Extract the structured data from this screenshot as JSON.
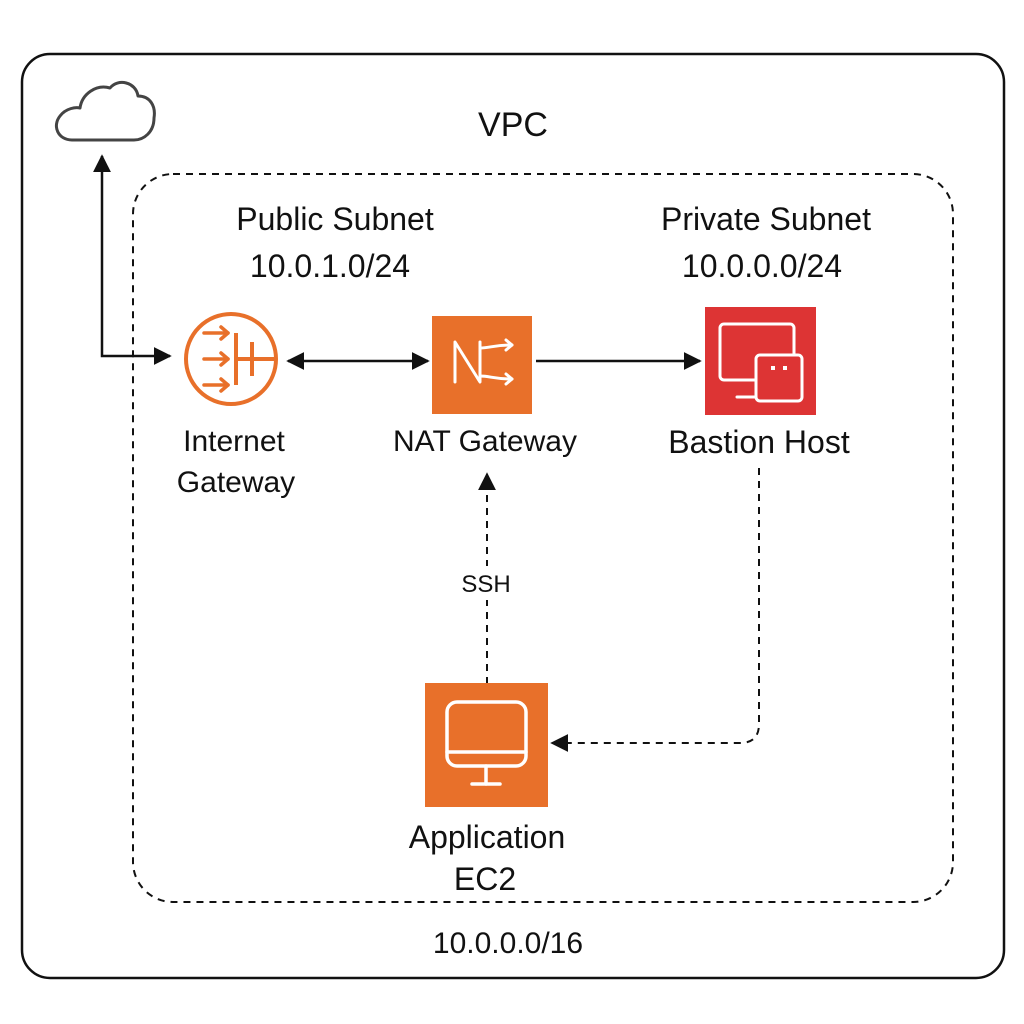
{
  "vpc": {
    "title": "VPC",
    "cidr": "10.0.0.0/16"
  },
  "public_subnet": {
    "title": "Public Subnet",
    "cidr": "10.0.1.0/24"
  },
  "private_subnet": {
    "title": "Private Subnet",
    "cidr": "10.0.0.0/24"
  },
  "nodes": {
    "internet_gateway": {
      "line1": "Internet",
      "line2": "Gateway",
      "icon": "internet-gateway-icon"
    },
    "nat_gateway": {
      "label": "NAT Gateway",
      "icon": "nat-gateway-icon"
    },
    "bastion_host": {
      "label": "Bastion Host",
      "icon": "bastion-host-icon"
    },
    "application_ec2": {
      "line1": "Application",
      "line2": "EC2",
      "icon": "ec2-instance-icon"
    },
    "internet": {
      "icon": "cloud-icon"
    }
  },
  "edges": {
    "ssh_label": "SSH"
  },
  "colors": {
    "aws_orange": "#E8702A",
    "bastion_red": "#DD3434",
    "stroke": "#111111"
  }
}
